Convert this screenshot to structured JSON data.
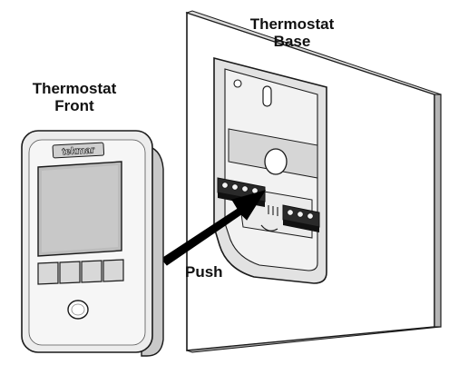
{
  "labels": {
    "front_line1": "Thermostat",
    "front_line2": "Front",
    "base_line1": "Thermostat",
    "base_line2": "Base",
    "push": "Push"
  },
  "brand_logo_text": "tekmar",
  "colors": {
    "wall": "#ffffff",
    "wall_edge": "#9a9a9a",
    "base_body": "#e2e2e2",
    "front_body": "#ececec",
    "display": "#bcbcbc",
    "terminal_block": "#222222",
    "arrow": "#000000",
    "outline": "#1a1a1a"
  }
}
